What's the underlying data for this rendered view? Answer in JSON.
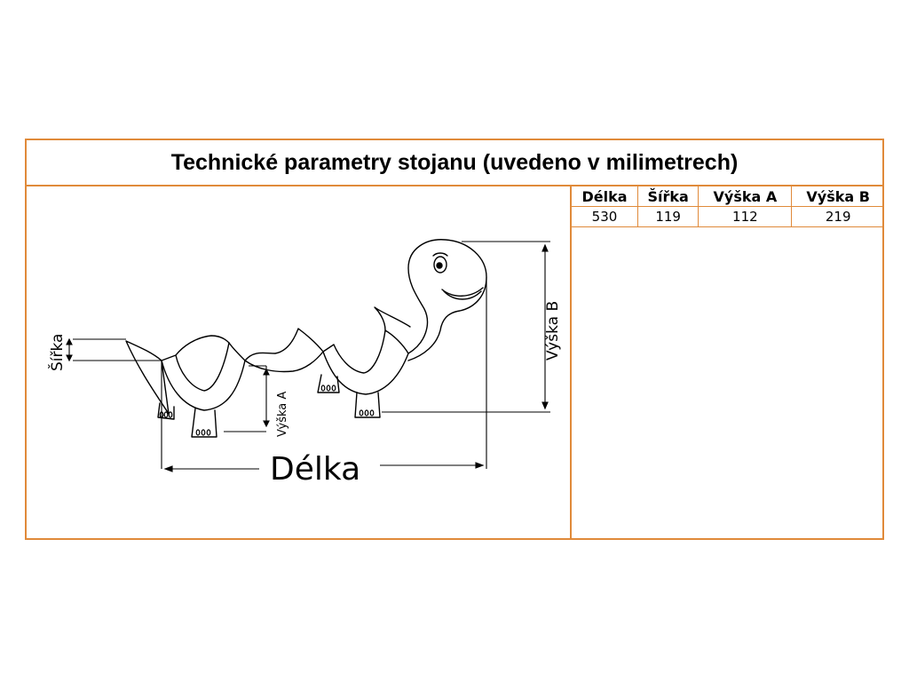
{
  "title": "Technické parametry stojanu (uvedeno v milimetrech)",
  "table": {
    "headers": [
      "Délka",
      "Šířka",
      "Výška A",
      "Výška B"
    ],
    "values": [
      "530",
      "119",
      "112",
      "219"
    ]
  },
  "drawing": {
    "label_length": "Délka",
    "label_width": "Šířka",
    "label_height_a": "Výška A",
    "label_height_b": "Výška B"
  },
  "colors": {
    "border": "#e08a3a",
    "line": "#000000"
  },
  "icons": [
    "dinosaur-shelf-illustration"
  ]
}
